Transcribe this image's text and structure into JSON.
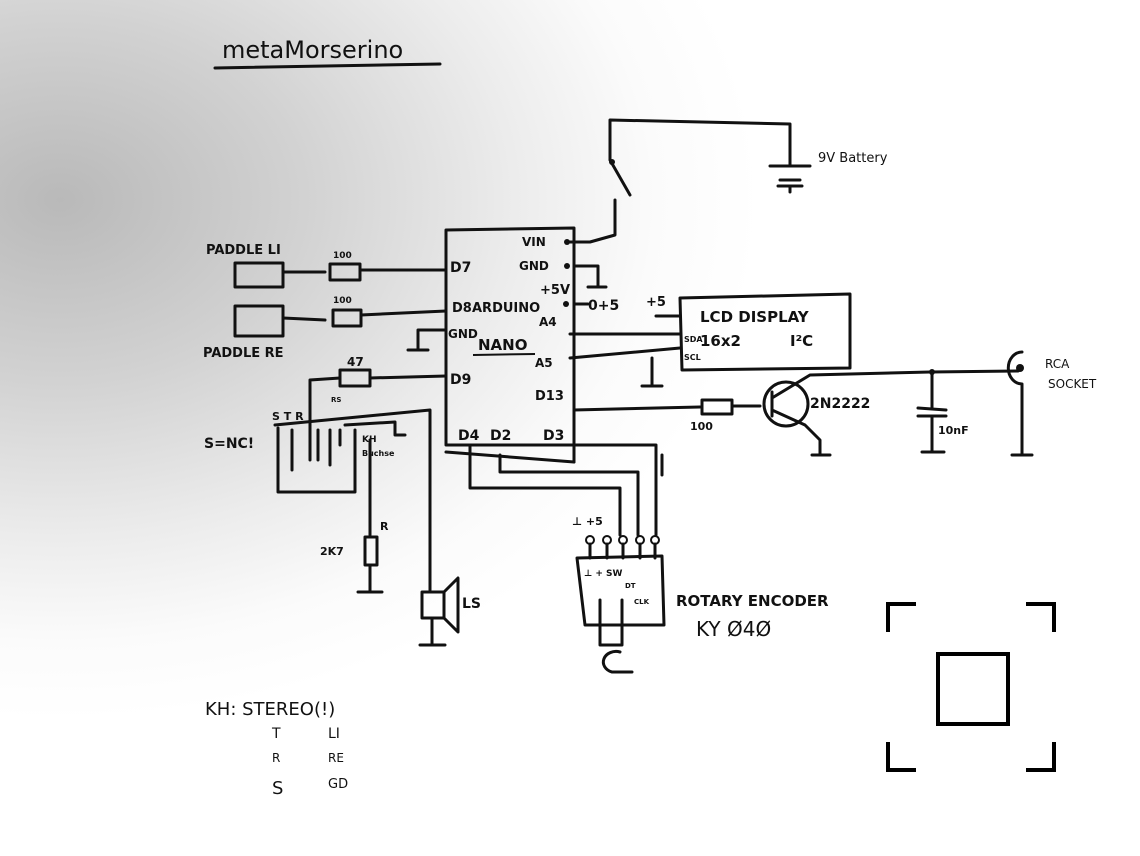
{
  "title": "metaMorserino",
  "battery": {
    "label": "9V Battery"
  },
  "arduino": {
    "name1": "ARDUINO",
    "name2": "NANO",
    "pins": {
      "vin": "VIN",
      "gnd_right": "GND",
      "plus5v": "+5V",
      "a4": "A4",
      "a5": "A5",
      "d13": "D13",
      "d3": "D3",
      "d2": "D2",
      "d4": "D4",
      "d7": "D7",
      "d8": "D8",
      "gnd_left": "GND",
      "d9": "D9"
    },
    "plus5_out": "0+5"
  },
  "paddles": {
    "left_label": "PADDLE LI",
    "right_label": "PADDLE RE",
    "r_left": "100",
    "r_right": "100"
  },
  "lcd": {
    "title": "LCD DISPLAY",
    "size": "16x2",
    "bus": "I²C",
    "sda": "SDA",
    "scl": "SCL",
    "supply": "+5"
  },
  "output": {
    "resistor": "100",
    "transistor": "2N2222",
    "capacitor": "10nF",
    "socket_line1": "RCA",
    "socket_line2": "SOCKET"
  },
  "sync": {
    "label": "S=NC!",
    "jack_pins": "S T R",
    "rs": "RS",
    "kh": "KH",
    "kh_sub": "Buchse",
    "r47": "47",
    "r_label": "R",
    "r_value": "2K7",
    "speaker": "LS"
  },
  "encoder": {
    "top": "⊥ +5",
    "pins": "⊥ + SW",
    "dt": "DT",
    "clk": "CLK",
    "name": "ROTARY ENCODER",
    "model": "KY Ø4Ø"
  },
  "notes": {
    "heading": "KH: STEREO(!)",
    "rows": [
      {
        "a": "T",
        "b": "LI"
      },
      {
        "a": "R",
        "b": "RE"
      },
      {
        "a": "S",
        "b": "GD"
      }
    ]
  }
}
